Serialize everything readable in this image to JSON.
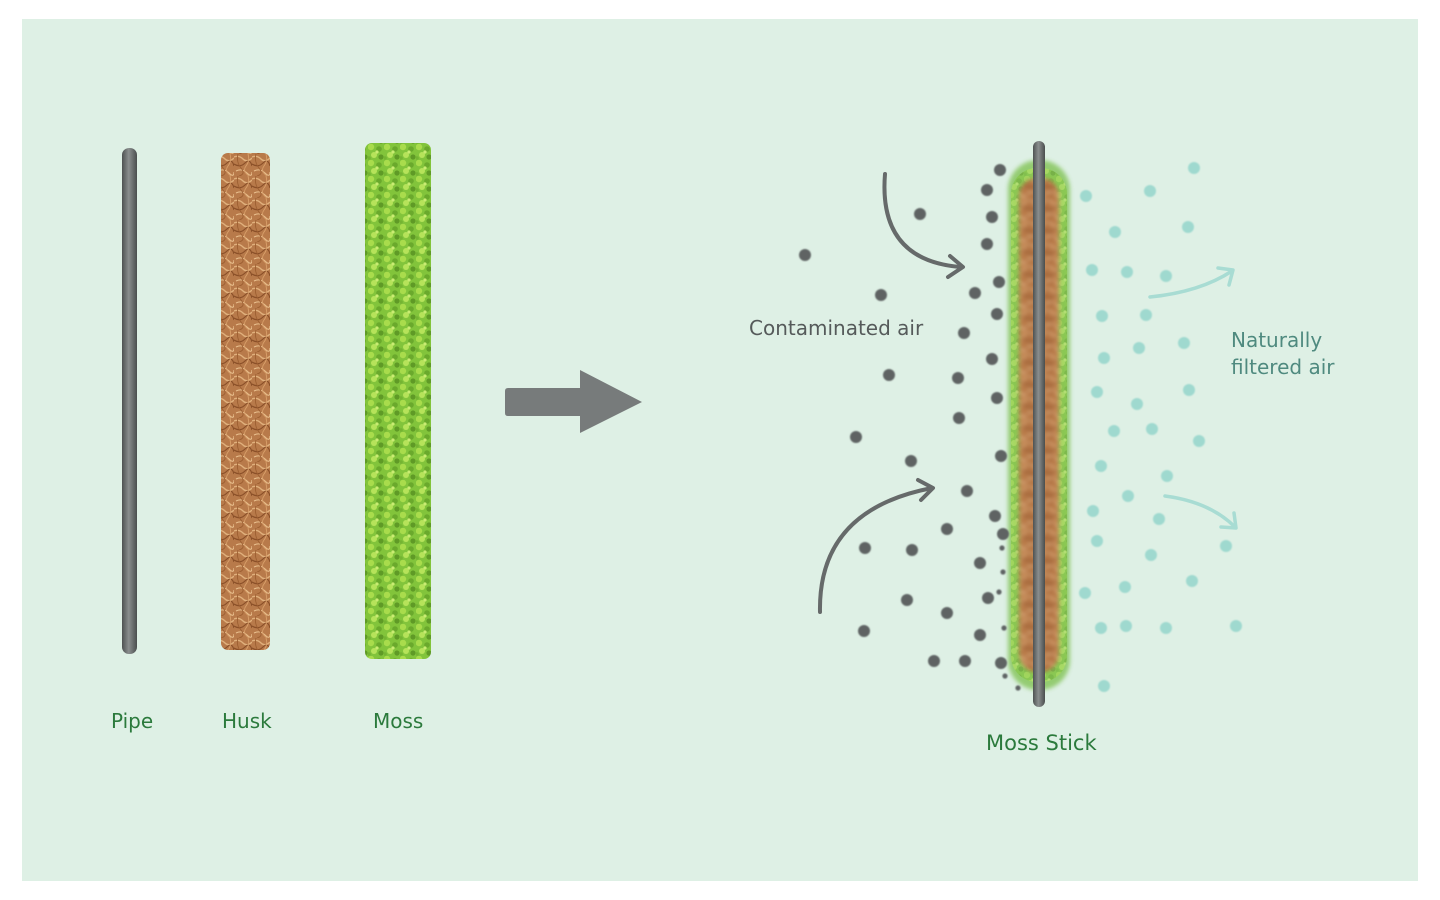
{
  "labels": {
    "pipe": "Pipe",
    "husk": "Husk",
    "moss": "Moss",
    "contaminated": "Contaminated air",
    "filtered_line1": "Naturally",
    "filtered_line2": "filtered air",
    "moss_stick": "Moss Stick"
  },
  "colors": {
    "background": "#def0e5",
    "pipe": "#6f7373",
    "husk": "#b5794a",
    "moss": "#7fc23a",
    "label_green": "#2b7a3c",
    "contaminant_particle": "#5f6363",
    "clean_particle": "#9fd9cf",
    "arrow": "#777b7b"
  },
  "icons": {
    "transform_arrow": "right-arrow-icon",
    "contaminated_flow": "curved-arrow-icon",
    "filtered_flow": "curved-arrow-icon"
  }
}
